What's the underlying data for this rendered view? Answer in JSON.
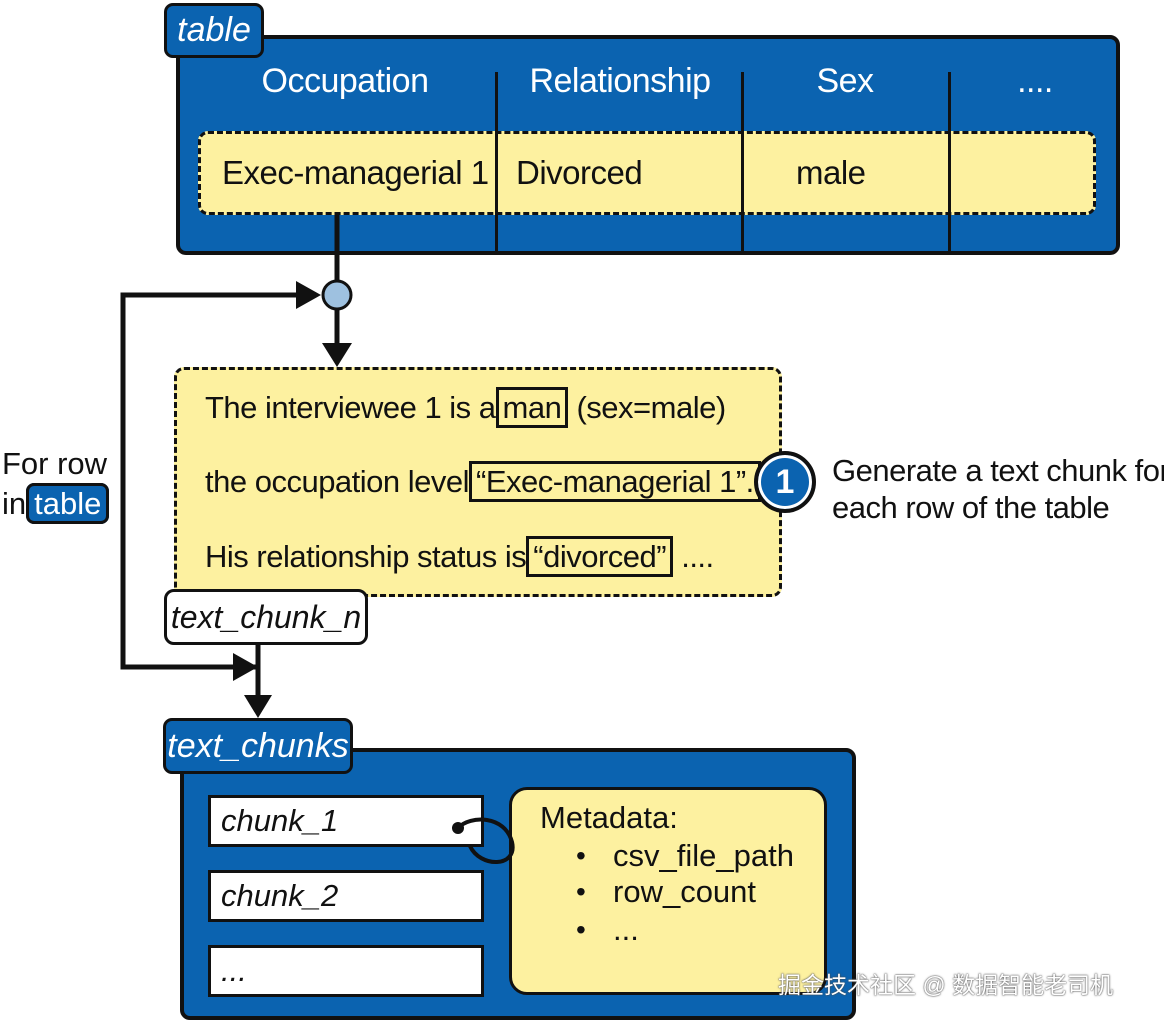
{
  "table": {
    "label": "table",
    "headers": [
      "Occupation",
      "Relationship",
      "Sex",
      "...."
    ],
    "row": [
      "Exec-managerial 1",
      "Divorced",
      "male",
      ""
    ]
  },
  "loop": {
    "line1": "For row",
    "line2_prefix": "in",
    "line2_tag": "table"
  },
  "text_block": {
    "line1_pre": "The interviewee 1 is a",
    "line1_box": "man",
    "line1_post": "(sex=male)",
    "line2_pre": "the occupation level",
    "line2_box": "“Exec-managerial 1”.",
    "line3_pre": "His relationship status is",
    "line3_box": "“divorced”",
    "line3_post": "...."
  },
  "step": {
    "number": "1",
    "line1": "Generate a text chunk for",
    "line2": "each row of the table"
  },
  "text_chunk_n": {
    "label": "text_chunk_n"
  },
  "text_chunks": {
    "label": "text_chunks",
    "chunks": [
      "chunk_1",
      "chunk_2",
      "..."
    ]
  },
  "metadata": {
    "title": "Metadata:",
    "items": [
      "csv_file_path",
      "row_count",
      "..."
    ]
  },
  "watermark": "掘金技术社区 @ 数据智能老司机",
  "colors": {
    "blue": "#0b63b0",
    "yellow": "#fdf1a0",
    "node": "#9ec1e0",
    "outline": "#111111"
  }
}
